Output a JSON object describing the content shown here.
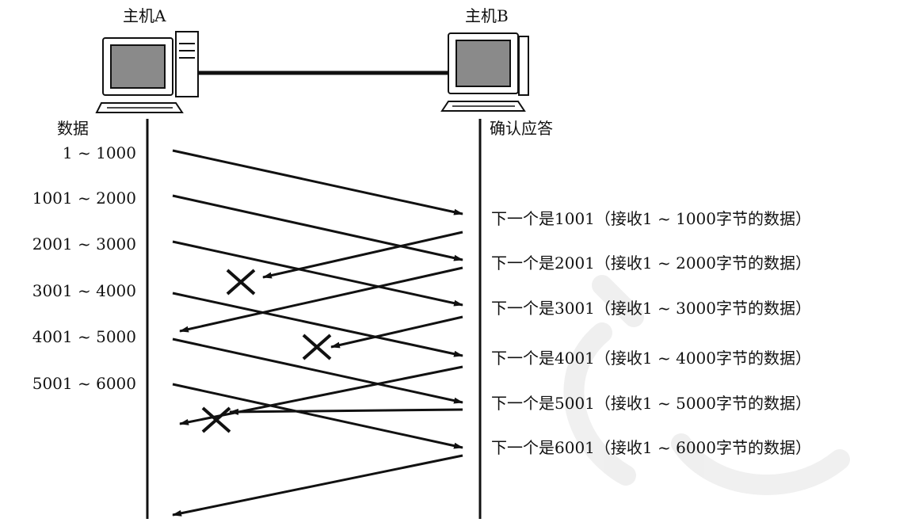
{
  "host_a": {
    "label": "主机A"
  },
  "host_b": {
    "label": "主机B"
  },
  "sender_heading": "数据",
  "receiver_heading": "确认应答",
  "data_segments": [
    "1 ~ 1000",
    "1001 ~ 2000",
    "2001 ~ 3000",
    "3001 ~ 4000",
    "4001 ~ 5000",
    "5001 ~ 6000"
  ],
  "acks": [
    "下一个是1001（接收1 ~ 1000字节的数据）",
    "下一个是2001（接收1 ~ 2000字节的数据）",
    "下一个是3001（接收1 ~ 3000字节的数据）",
    "下一个是4001（接收1 ~ 4000字节的数据）",
    "下一个是5001（接收1 ~ 5000字节的数据）",
    "下一个是6001（接收1 ~ 6000字节的数据）"
  ],
  "lost_ack_count": 3,
  "colors": {
    "line": "#111111",
    "monitor_screen": "#8a8a8a",
    "watermark": "#e6e6e6"
  }
}
